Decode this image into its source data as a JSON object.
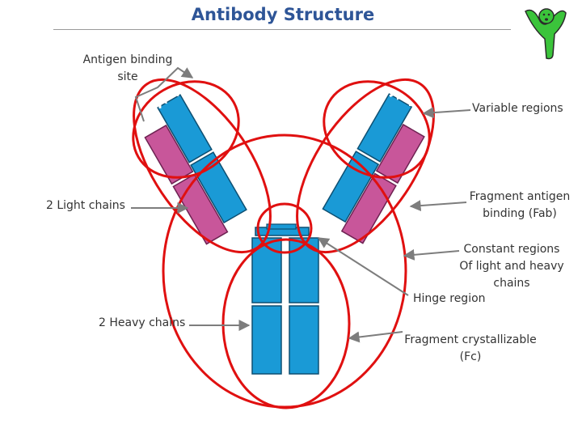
{
  "title": "Antibody Structure",
  "colors": {
    "title": "#2e5597",
    "heavy_chain": "#1a9ad6",
    "light_chain": "#c8569a",
    "outline": "#e01010",
    "arrow": "#7d7d7d",
    "logo": "#3bc43b"
  },
  "logo": {
    "icon": "person-cheering-icon"
  },
  "labels": {
    "antigen_site_line1": "Antigen binding",
    "antigen_site_line2": "site",
    "variable_regions": "Variable regions",
    "light_chains": "2 Light chains",
    "fab_line1": "Fragment antigen",
    "fab_line2": "binding (Fab)",
    "constant_line1": "Constant regions",
    "constant_line2": "Of light and heavy",
    "constant_line3": "chains",
    "hinge": "Hinge region",
    "heavy_chains": "2 Heavy chains",
    "fc_line1": "Fragment crystallizable",
    "fc_line2": "(Fc)"
  }
}
